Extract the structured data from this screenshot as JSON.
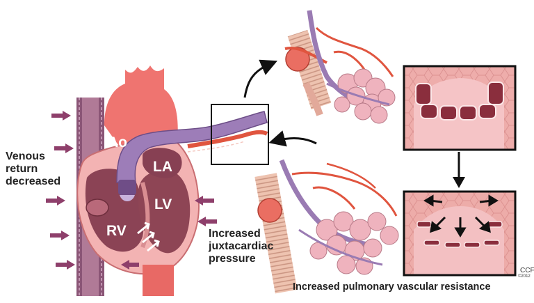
{
  "labels": {
    "venous_return": [
      "Venous",
      "return",
      "decreased"
    ],
    "juxtacardiac": [
      "Increased",
      "juxtacardiac",
      "pressure"
    ],
    "pulmonary": "Increased pulmonary vascular resistance"
  },
  "chambers": {
    "ao": "Ao",
    "la": "LA",
    "lv": "LV",
    "rv": "RV"
  },
  "credit": {
    "line1": "CCF",
    "line2": "©2012"
  },
  "colors": {
    "artery_red": "#e0553f",
    "vein_purple": "#9a7bb3",
    "heart_pink": "#f2a8a8",
    "chamber_dark": "#8a3f4f",
    "pressure_arrow": "#8e3f6b",
    "alveoli_pink": "#efb3be"
  }
}
